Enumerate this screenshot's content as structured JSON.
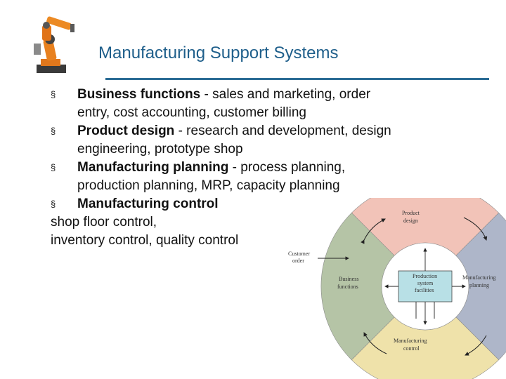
{
  "slide": {
    "title": "Manufacturing Support Systems",
    "bullet_symbol": "§",
    "bullets": [
      {
        "term": "Business functions",
        "rest": " - sales and marketing, order",
        "cont": "entry, cost accounting, customer billing"
      },
      {
        "term": "Product design",
        "rest": " - research and development, design",
        "cont": "engineering, prototype shop"
      },
      {
        "term": "Manufacturing planning",
        "rest": " - process planning,",
        "cont": "production planning, MRP, capacity planning"
      },
      {
        "term": "Manufacturing control",
        "rest": "",
        "cont": ""
      }
    ],
    "extra_lines": [
      "shop floor control,",
      "inventory control, quality control"
    ]
  },
  "diagram": {
    "labels": {
      "product_design_1": "Product",
      "product_design_2": "design",
      "manufacturing_planning_1": "Manufacturing",
      "manufacturing_planning_2": "planning",
      "manufacturing_control_1": "Manufacturing",
      "manufacturing_control_2": "control",
      "business_functions_1": "Business",
      "business_functions_2": "functions",
      "center_1": "Production",
      "center_2": "system",
      "center_3": "facilities",
      "customer_1": "Customer",
      "customer_2": "order"
    },
    "colors": {
      "product_design": "#f2c3b8",
      "manufacturing_planning": "#aeb6c9",
      "manufacturing_control": "#efe2aa",
      "business_functions": "#b5c4a6",
      "center": "#b8e0e6",
      "title": "#1f5f8b"
    }
  }
}
